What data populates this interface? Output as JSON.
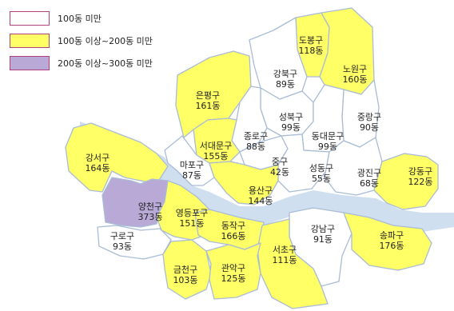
{
  "legend": [
    {
      "label": "100동 미만",
      "color": "#ffffff"
    },
    {
      "label": "100동 이상~200동 미만",
      "color": "#ffff66"
    },
    {
      "label": "200동 이상~300동 미만",
      "color": "#b9a9d6"
    }
  ],
  "districts": {
    "dobong": {
      "name": "도봉구",
      "count": "118동",
      "tier": 1
    },
    "nowon": {
      "name": "노원구",
      "count": "160동",
      "tier": 1
    },
    "gangbuk": {
      "name": "강북구",
      "count": "89동",
      "tier": 0
    },
    "eunpyeong": {
      "name": "은평구",
      "count": "161동",
      "tier": 1
    },
    "seongbuk": {
      "name": "성북구",
      "count": "99동",
      "tier": 0
    },
    "jungnang": {
      "name": "중랑구",
      "count": "90동",
      "tier": 0
    },
    "jongno": {
      "name": "종로구",
      "count": "88동",
      "tier": 0
    },
    "dongdaemun": {
      "name": "동대문구",
      "count": "99동",
      "tier": 0
    },
    "seodaemun": {
      "name": "서대문구",
      "count": "155동",
      "tier": 1
    },
    "gangseo": {
      "name": "강서구",
      "count": "164동",
      "tier": 1
    },
    "mapo": {
      "name": "마포구",
      "count": "87동",
      "tier": 0
    },
    "junggu": {
      "name": "중구",
      "count": "42동",
      "tier": 0
    },
    "seongdong": {
      "name": "성동구",
      "count": "55동",
      "tier": 0
    },
    "gwangjin": {
      "name": "광진구",
      "count": "68동",
      "tier": 0
    },
    "gangdong": {
      "name": "강동구",
      "count": "122동",
      "tier": 1
    },
    "yongsan": {
      "name": "용산구",
      "count": "144동",
      "tier": 1
    },
    "yangcheon": {
      "name": "양천구",
      "count": "373동",
      "tier": 2
    },
    "yeongdeungpo": {
      "name": "영등포구",
      "count": "151동",
      "tier": 1
    },
    "guro": {
      "name": "구로구",
      "count": "93동",
      "tier": 0
    },
    "dongjak": {
      "name": "동작구",
      "count": "166동",
      "tier": 1
    },
    "gangnam": {
      "name": "강남구",
      "count": "91동",
      "tier": 0
    },
    "songpa": {
      "name": "송파구",
      "count": "176동",
      "tier": 1
    },
    "seocho": {
      "name": "서초구",
      "count": "111동",
      "tier": 1
    },
    "geumcheon": {
      "name": "금천구",
      "count": "103동",
      "tier": 1
    },
    "gwanak": {
      "name": "관악구",
      "count": "125동",
      "tier": 1
    }
  }
}
